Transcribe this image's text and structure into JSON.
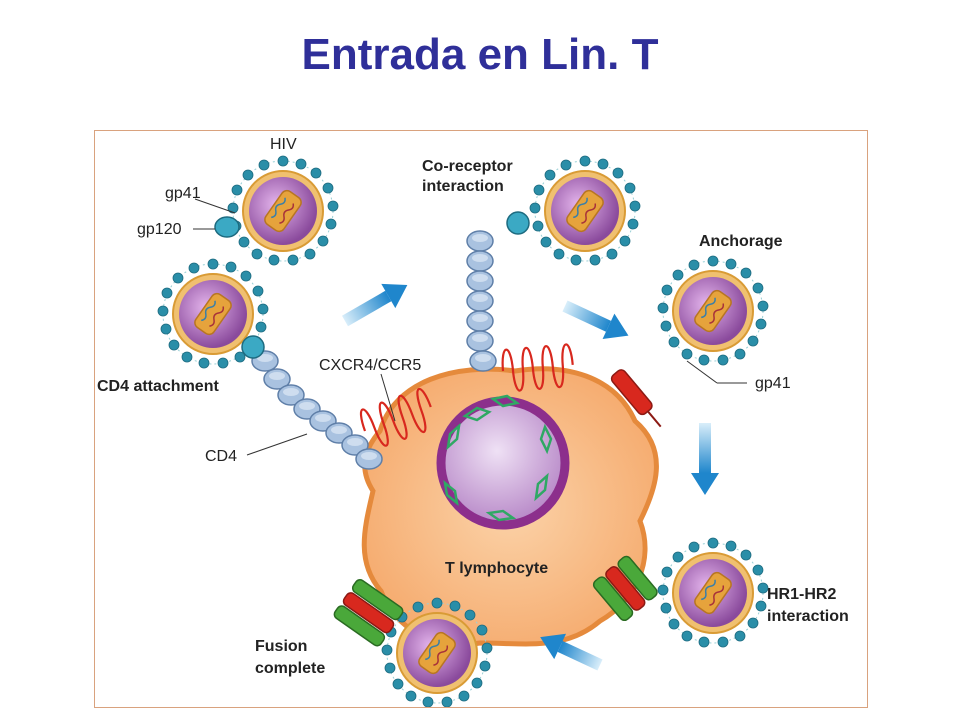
{
  "title": "Entrada en Lin. T",
  "labels": {
    "hiv": "HIV",
    "gp41": "gp41",
    "gp120": "gp120",
    "cd4_attachment": "CD4 attachment",
    "cd4": "CD4",
    "coreceptor_1": "Co-receptor",
    "coreceptor_2": "interaction",
    "cxcr4_ccr5": "CXCR4/CCR5",
    "anchorage": "Anchorage",
    "gp41_anchor": "gp41",
    "t_lymphocyte": "T lymphocyte",
    "hr_1": "HR1-HR2",
    "hr_2": "interaction",
    "fusion_1": "Fusion",
    "fusion_2": "complete"
  },
  "colors": {
    "title": "#2f2f99",
    "cell_fill": "#f7b47a",
    "cell_edge": "#e58a3c",
    "nucleus_fill": "#caa3d6",
    "nuclear_envelope": "#8c2f8c",
    "virion_fill": "#9b5ca8",
    "capsid": "#e6a33c",
    "spike": "#2a8ea8",
    "cd4_bead": "#a9c2e0",
    "receptor": "#d8281e",
    "arrow": "#2a8fd0"
  }
}
